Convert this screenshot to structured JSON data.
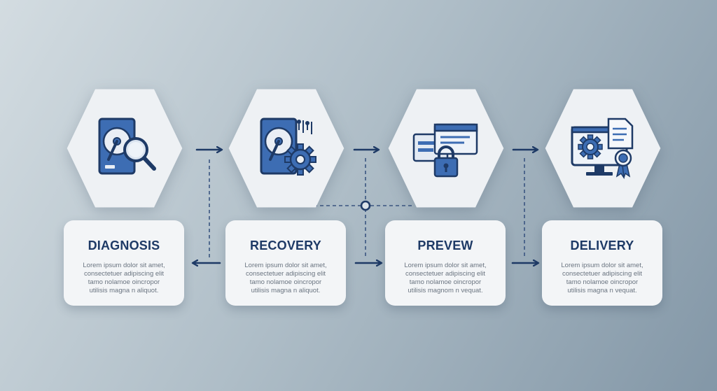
{
  "steps": [
    {
      "id": "diagnosis",
      "title": "DIAGNOSIS",
      "body": "Lorem ipsum dolor sit amet, consectetuer adipiscing elit tamo nolamoe oincropor utilisis magna n aliquot.",
      "icon": "hard-drive-magnifier-icon"
    },
    {
      "id": "recovery",
      "title": "RECOVERY",
      "body": "Lorem ipsum dolor sit amet, consectetuer adipiscing elit tamo nolamoe oincropor utilisis magna n aliquot.",
      "icon": "hard-drive-gear-icon"
    },
    {
      "id": "preview",
      "title": "PREVEW",
      "body": "Lorem ipsum dolor sit amet, consectetuer adipiscing elit tamo nolamoe oincropor utilisis magnom n vequat.",
      "icon": "windows-padlock-icon"
    },
    {
      "id": "delivery",
      "title": "DELIVERY",
      "body": "Lorem ipsum dolor sit amet, consectetuer adipiscing elit tamo nolamoe oincropor utilisis magna n vequat.",
      "icon": "monitor-gear-certificate-icon"
    }
  ],
  "colors": {
    "primary": "#1e3a66",
    "accent": "#3d6db3",
    "card": "#f3f5f7",
    "text_muted": "#6a7480"
  }
}
